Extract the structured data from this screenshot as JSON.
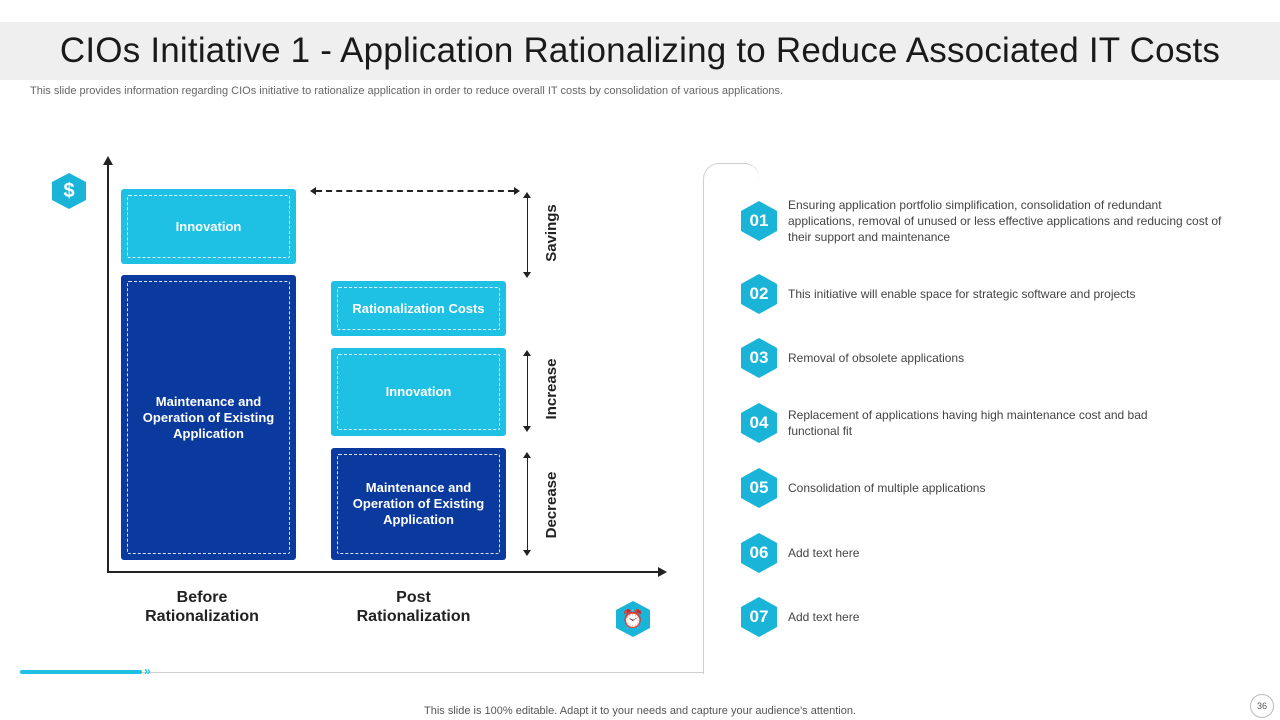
{
  "slide": {
    "title": "CIOs Initiative 1 - Application Rationalizing to Reduce Associated IT Costs",
    "subtitle": "This slide provides information regarding CIOs initiative to rationalize application in order to reduce overall IT costs by consolidation of various applications.",
    "footer": "This slide is 100% editable. Adapt it to your needs and capture your audience's attention.",
    "page_number": "36"
  },
  "diagram": {
    "dollar_icon": "dollar-icon",
    "clock_icon": "clock-icon",
    "before": {
      "label": "Before Rationalization",
      "innovation": "Innovation",
      "maintenance": "Maintenance and Operation of Existing Application"
    },
    "post": {
      "label": "Post Rationalization",
      "rationalization_costs": "Rationalization Costs",
      "innovation": "Innovation",
      "maintenance": "Maintenance and Operation of Existing Application"
    },
    "savings": "Savings",
    "increase": "Increase",
    "decrease": "Decrease"
  },
  "list": [
    {
      "num": "01",
      "text": "Ensuring application portfolio simplification, consolidation of redundant applications, removal of unused or less effective applications and reducing cost of their support and maintenance"
    },
    {
      "num": "02",
      "text": "This initiative will enable space for strategic software and projects"
    },
    {
      "num": "03",
      "text": "Removal of obsolete applications"
    },
    {
      "num": "04",
      "text": "Replacement of applications having high maintenance cost and bad functional fit"
    },
    {
      "num": "05",
      "text": "Consolidation of multiple applications"
    },
    {
      "num": "06",
      "text": "Add text here"
    },
    {
      "num": "07",
      "text": "Add text here"
    }
  ],
  "colors": {
    "accent": "#1ec1e4",
    "navy": "#0a3a9e",
    "hex": "#1ab4d8"
  }
}
